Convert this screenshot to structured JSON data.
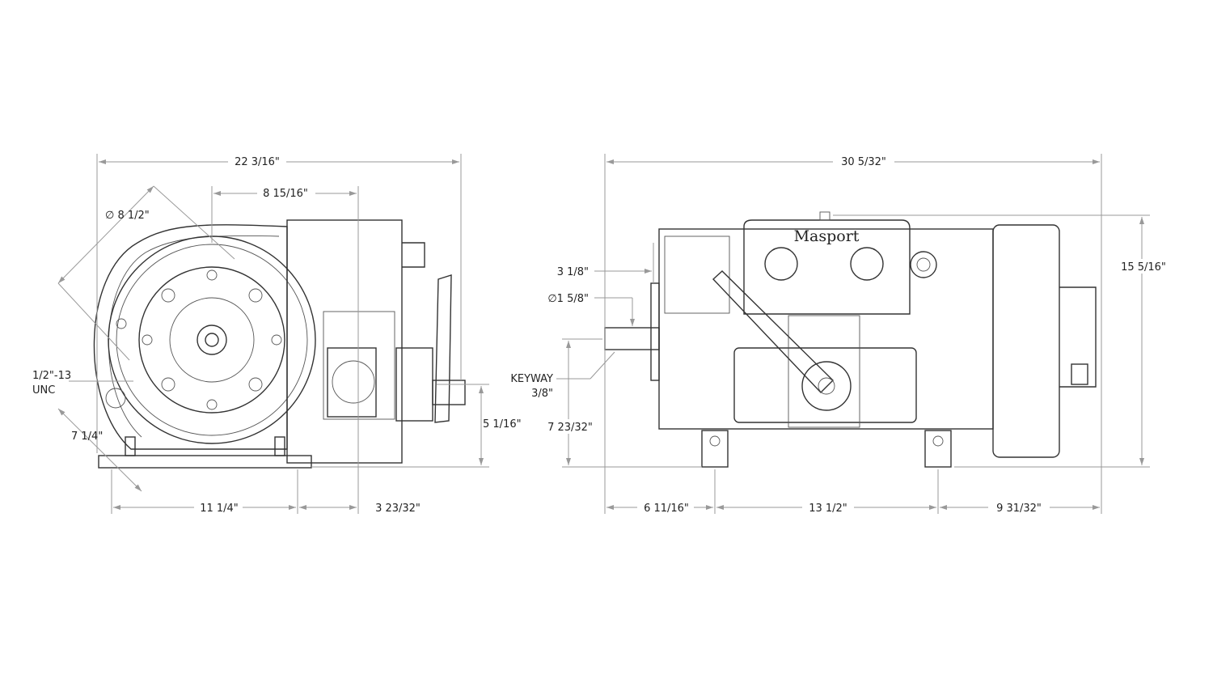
{
  "left_view": {
    "overall_width": "22 3/16\"",
    "inlet_offset": "8 15/16\"",
    "housing_diameter": "∅ 8 1/2\"",
    "thread_line1": "1/2\"-13",
    "thread_line2": "UNC",
    "diag_dim": "7 1/4\"",
    "base_width": "11 1/4\"",
    "inlet_to_base": "3 23/32\"",
    "inlet_height": "5 1/16\""
  },
  "right_view": {
    "brand": "Masport",
    "overall_length": "30 5/32\"",
    "overall_height": "15 5/16\"",
    "shaft_length": "3 1/8\"",
    "shaft_diameter": "∅1 5/8\"",
    "keyway_line1": "KEYWAY",
    "keyway_line2": "3/8\"",
    "shaft_height": "7 23/32\"",
    "front_to_foot": "6 11/16\"",
    "foot_spacing": "13 1/2\"",
    "foot_to_rear": "9 31/32\""
  }
}
